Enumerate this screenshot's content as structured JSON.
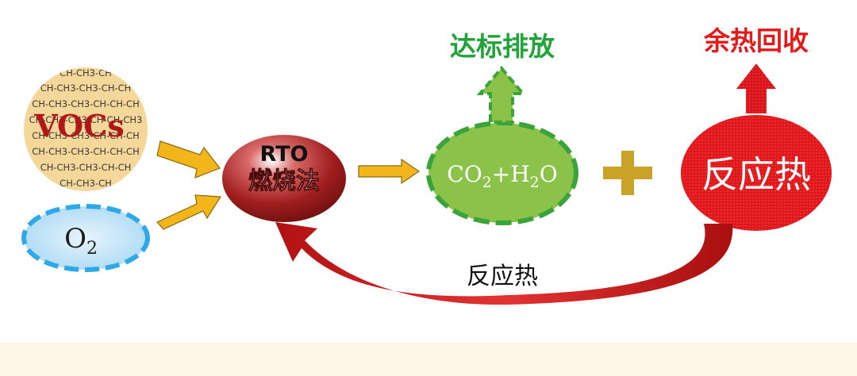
{
  "vocs": {
    "label": "VOCs",
    "chain_lines": [
      "CH-CH3-CH",
      "CH-CH3-CH3-CH-CH",
      "CH-CH3-CH3-CH-CH-CH",
      "CH-CH3-CH3-CH-CH-CH3",
      "CH-CH3-CH3-CH-CH-CH",
      "CH-CH3-CH3-CH-CH-CH",
      "CH-CH3-CH3-CH-CH",
      "CH-CH3-CH"
    ]
  },
  "oxygen": {
    "symbol": "O",
    "subscript": "2"
  },
  "rto": {
    "title": "RTO",
    "subtitle": "燃烧法"
  },
  "products": {
    "c": "CO",
    "c_sub": "2",
    "plus": "+H",
    "h_sub": "2",
    "o": "O"
  },
  "plus_sign": "+",
  "reaction_heat": {
    "label": "反应热"
  },
  "discharge": {
    "label": "达标排放"
  },
  "heat_recovery": {
    "label": "余热回收"
  },
  "return_loop": {
    "label": "反应热"
  },
  "colors": {
    "vocs_fill": "#f5d79a",
    "vocs_text": "#b01818",
    "oxygen_fill": "#a8d8f4",
    "oxygen_border": "#2ea8e6",
    "rto_fill": "#9c1c1c",
    "products_fill": "#8bc34a",
    "products_border": "#3aa33a",
    "heat_fill": "#e0171b",
    "arrow_gold": "#f2b51a",
    "plus_gold": "#c9a227",
    "discharge_green": "#22a33a",
    "recovery_red": "#e21a1a",
    "loop_red": "#c61a1a"
  }
}
